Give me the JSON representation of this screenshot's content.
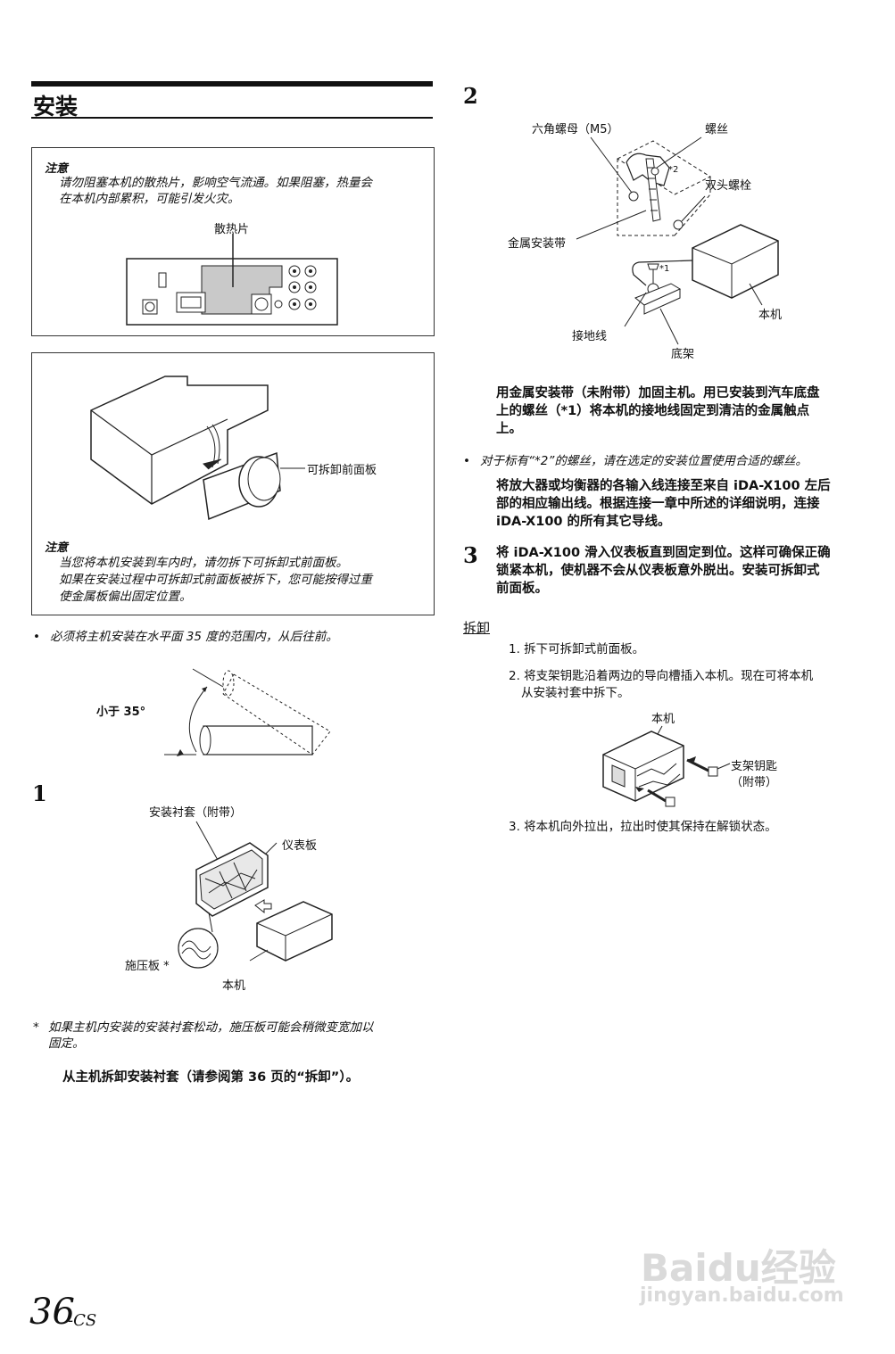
{
  "section": {
    "title": "安装"
  },
  "caution1": {
    "title": "注意",
    "lines": [
      "请勿阻塞本机的散热片，影响空气流通。如果阻塞，热量会",
      "在本机内部累积，可能引发火灾。"
    ],
    "heatsink_label": "散热片"
  },
  "caution2": {
    "front_panel_label": "可拆卸前面板",
    "title": "注意",
    "lines": [
      "当您将本机安装到车内时，请勿拆下可拆卸式前面板。",
      "如果在安装过程中可拆卸式前面板被拆下，您可能按得过重",
      "使金属板偏出固定位置。"
    ]
  },
  "angle_note": {
    "bullet": "•",
    "text": "必须将主机安装在水平面 35 度的范围内，从后往前。"
  },
  "angle_label": "小于 35°",
  "step1": {
    "num": "1",
    "sleeve_label": "安装衬套（附带）",
    "dash_label": "仪表板",
    "plate_label": "施压板 *",
    "unit_label": "本机",
    "footnote_mark": "*",
    "footnote_lines": [
      "如果主机内安装的安装衬套松动，施压板可能会稍微变宽加以",
      "固定。"
    ],
    "text": "从主机拆卸安装衬套（请参阅第 36 页的“拆卸”）。"
  },
  "step2": {
    "num": "2",
    "nut_label": "六角螺母（M5）",
    "screw_label": "螺丝",
    "bolt_label": "双头螺栓",
    "strap_label": "金属安装带",
    "ground_label": "接地线",
    "chassis_label": "底架",
    "unit_label": "本机",
    "mark2": "*2",
    "mark1": "*1",
    "text_lines": [
      "用金属安装带（未附带）加固主机。用已安装到汽车底盘",
      "上的螺丝（*1）将本机的接地线固定到清洁的金属触点",
      "上。"
    ],
    "bullet": "•",
    "bullet_text": "对于标有“*2”的螺丝，请在选定的安装位置使用合适的螺丝。",
    "text2_lines": [
      "将放大器或均衡器的各输入线连接至来自 iDA-X100 左后",
      "部的相应输出线。根据连接一章中所述的详细说明，连接",
      "iDA-X100 的所有其它导线。"
    ]
  },
  "step3": {
    "num": "3",
    "text_lines": [
      "将 iDA-X100 滑入仪表板直到固定到位。这样可确保正确",
      "锁紧本机，使机器不会从仪表板意外脱出。安装可拆卸式",
      "前面板。"
    ]
  },
  "removal": {
    "title": "拆卸",
    "item1": "1. 拆下可拆卸式前面板。",
    "item2_lines": [
      "2. 将支架钥匙沿着两边的导向槽插入本机。现在可将本机",
      "从安装衬套中拆下。"
    ],
    "unit_label": "本机",
    "key_label_lines": [
      "支架钥匙",
      "（附带）"
    ],
    "item3": "3. 将本机向外拉出，拉出时使其保持在解锁状态。"
  },
  "page_number": "36",
  "page_suffix": "-CS",
  "watermark": {
    "main": "Baidu经验",
    "sub": "jingyan.baidu.com"
  }
}
